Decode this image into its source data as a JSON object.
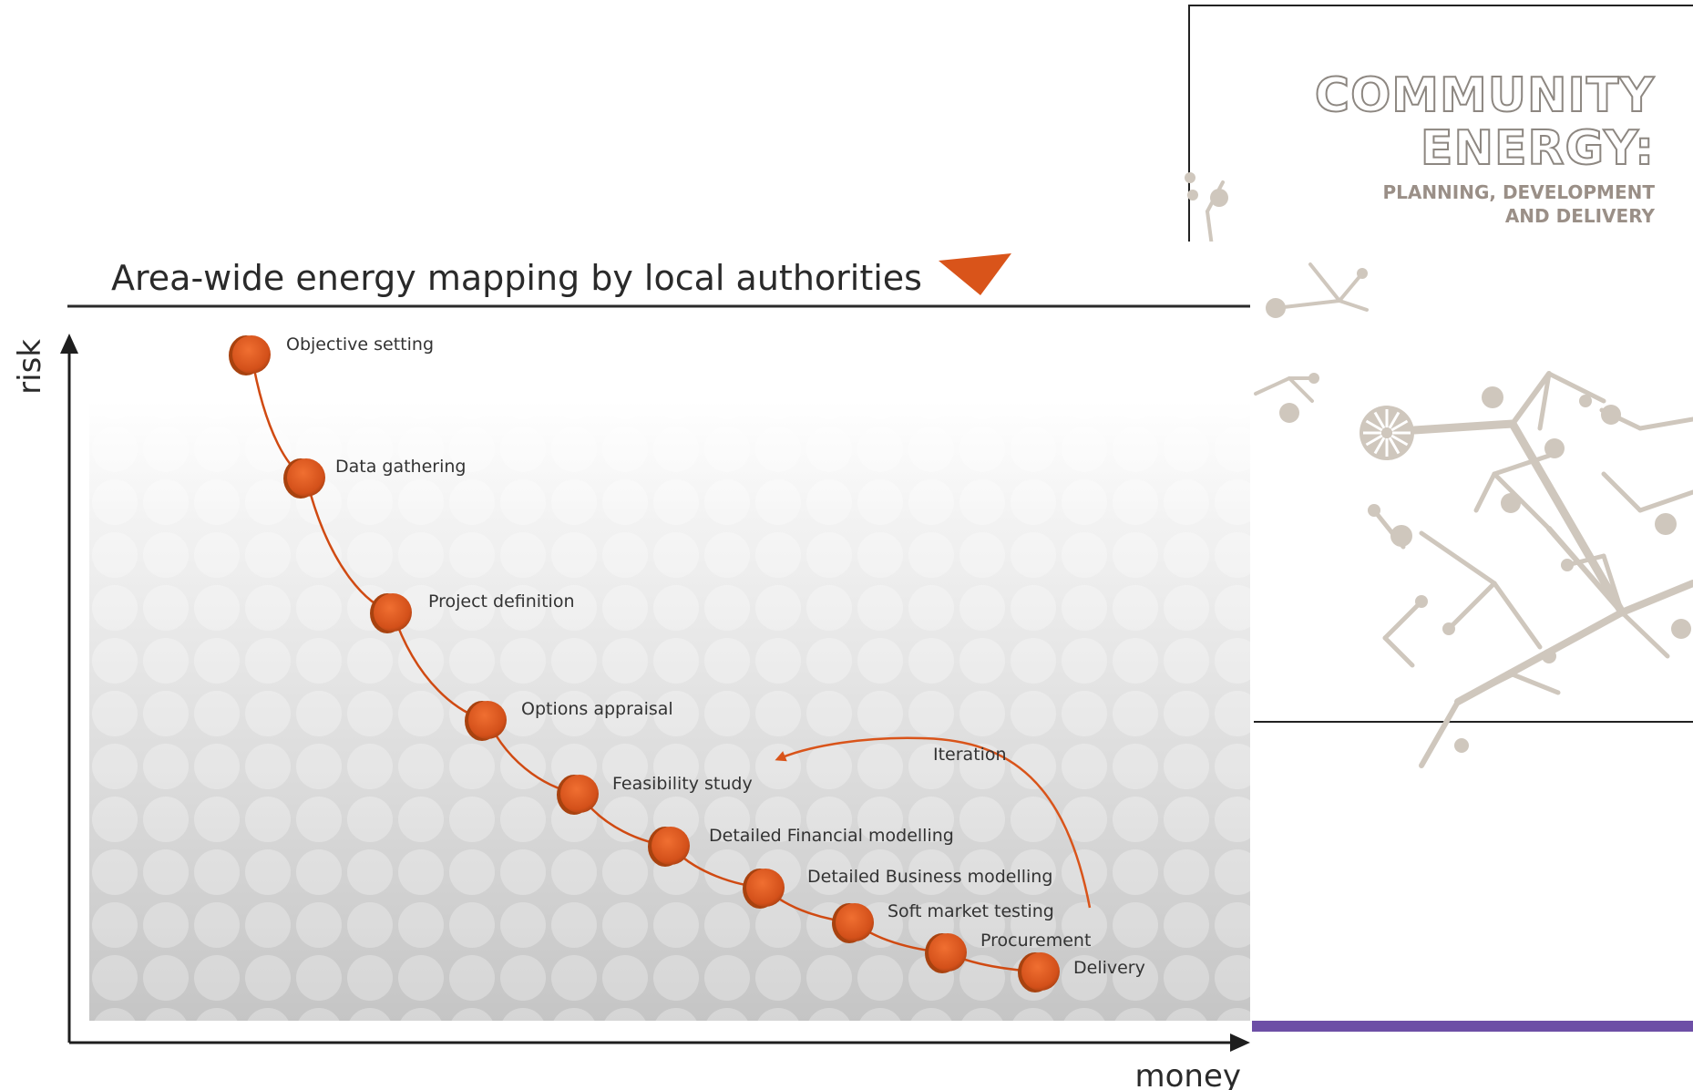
{
  "diagram": {
    "title": "Area-wide energy mapping by local authorities",
    "y_axis_label": "risk",
    "x_axis_label": "money",
    "stages": [
      "Objective setting",
      "Data gathering",
      "Project definition",
      "Options appraisal",
      "Feasibility study",
      "Detailed Financial modelling",
      "Detailed Business modelling",
      "Soft market testing",
      "Procurement",
      "Delivery"
    ],
    "iteration_label": "Iteration",
    "accent_color": "#d9541a",
    "line_color": "#d04a12"
  },
  "cover": {
    "title_line1": "COMMUNITY",
    "title_line2": "ENERGY:",
    "subtitle_line1": "PLANNING, DEVELOPMENT",
    "subtitle_line2": "AND DELIVERY",
    "artwork_color": "#cfc7bd"
  },
  "footer": {
    "bar_color": "#6d4fa6"
  }
}
